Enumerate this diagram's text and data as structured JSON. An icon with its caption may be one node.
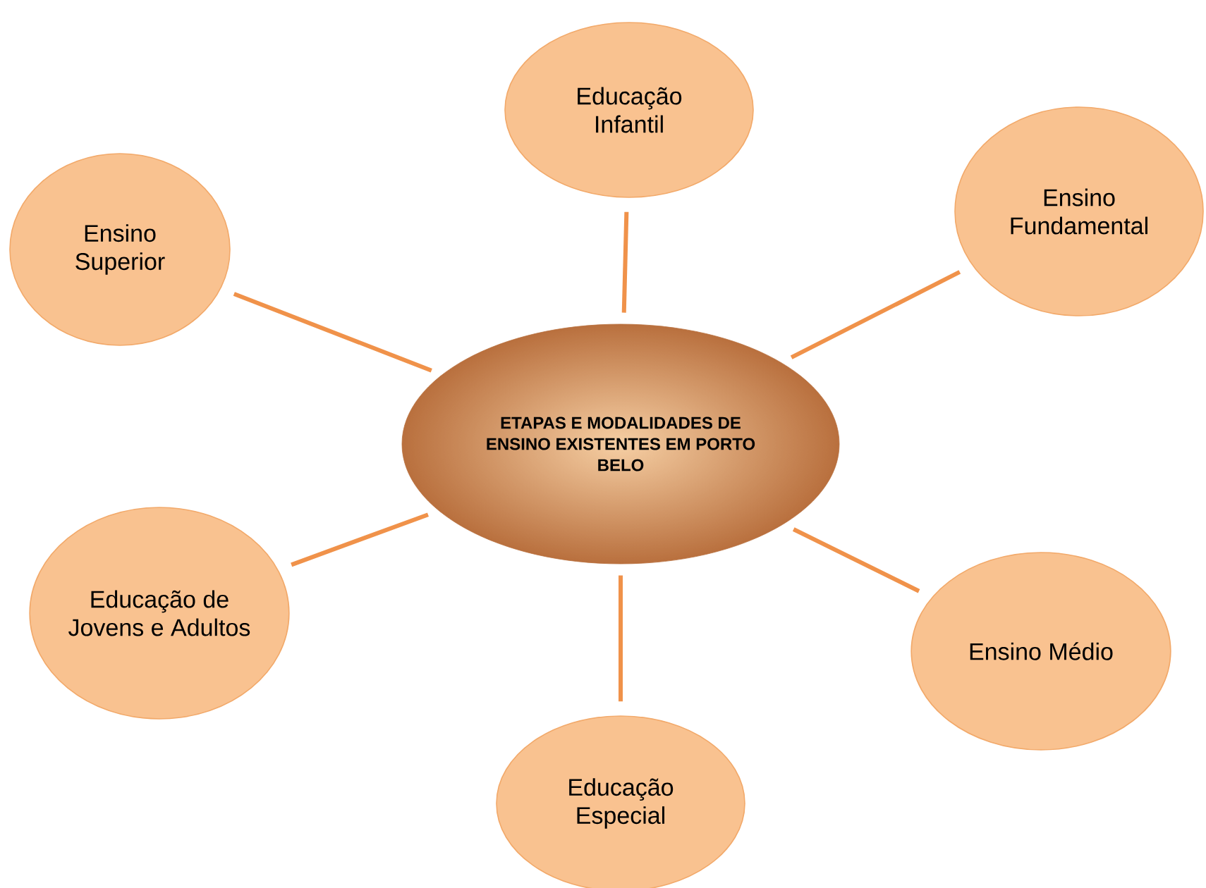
{
  "diagram": {
    "nodes": [
      {
        "text": [
          "ETAPAS E MODALIDADES DE ENSINO EXISTENTES EM PORTO BELO"
        ]
      },
      {
        "text": [
          "Educação Infantil"
        ]
      },
      {
        "text": [
          "Ensino Fundamental"
        ]
      },
      {
        "text": [
          "Ensino Superior"
        ]
      },
      {
        "text": [
          "Educação de Jovens e Adultos"
        ]
      },
      {
        "text": [
          "Ensino Médio"
        ]
      },
      {
        "text": [
          "Educação Especial"
        ]
      }
    ],
    "edges": [
      {
        "from": 0,
        "to": 1,
        "arrow": "none"
      },
      {
        "from": 0,
        "to": 2,
        "arrow": "none"
      },
      {
        "from": 0,
        "to": 3,
        "arrow": "none"
      },
      {
        "from": 0,
        "to": 4,
        "arrow": "none"
      },
      {
        "from": 0,
        "to": 5,
        "arrow": "none"
      },
      {
        "from": 0,
        "to": 6,
        "arrow": "none"
      }
    ]
  }
}
